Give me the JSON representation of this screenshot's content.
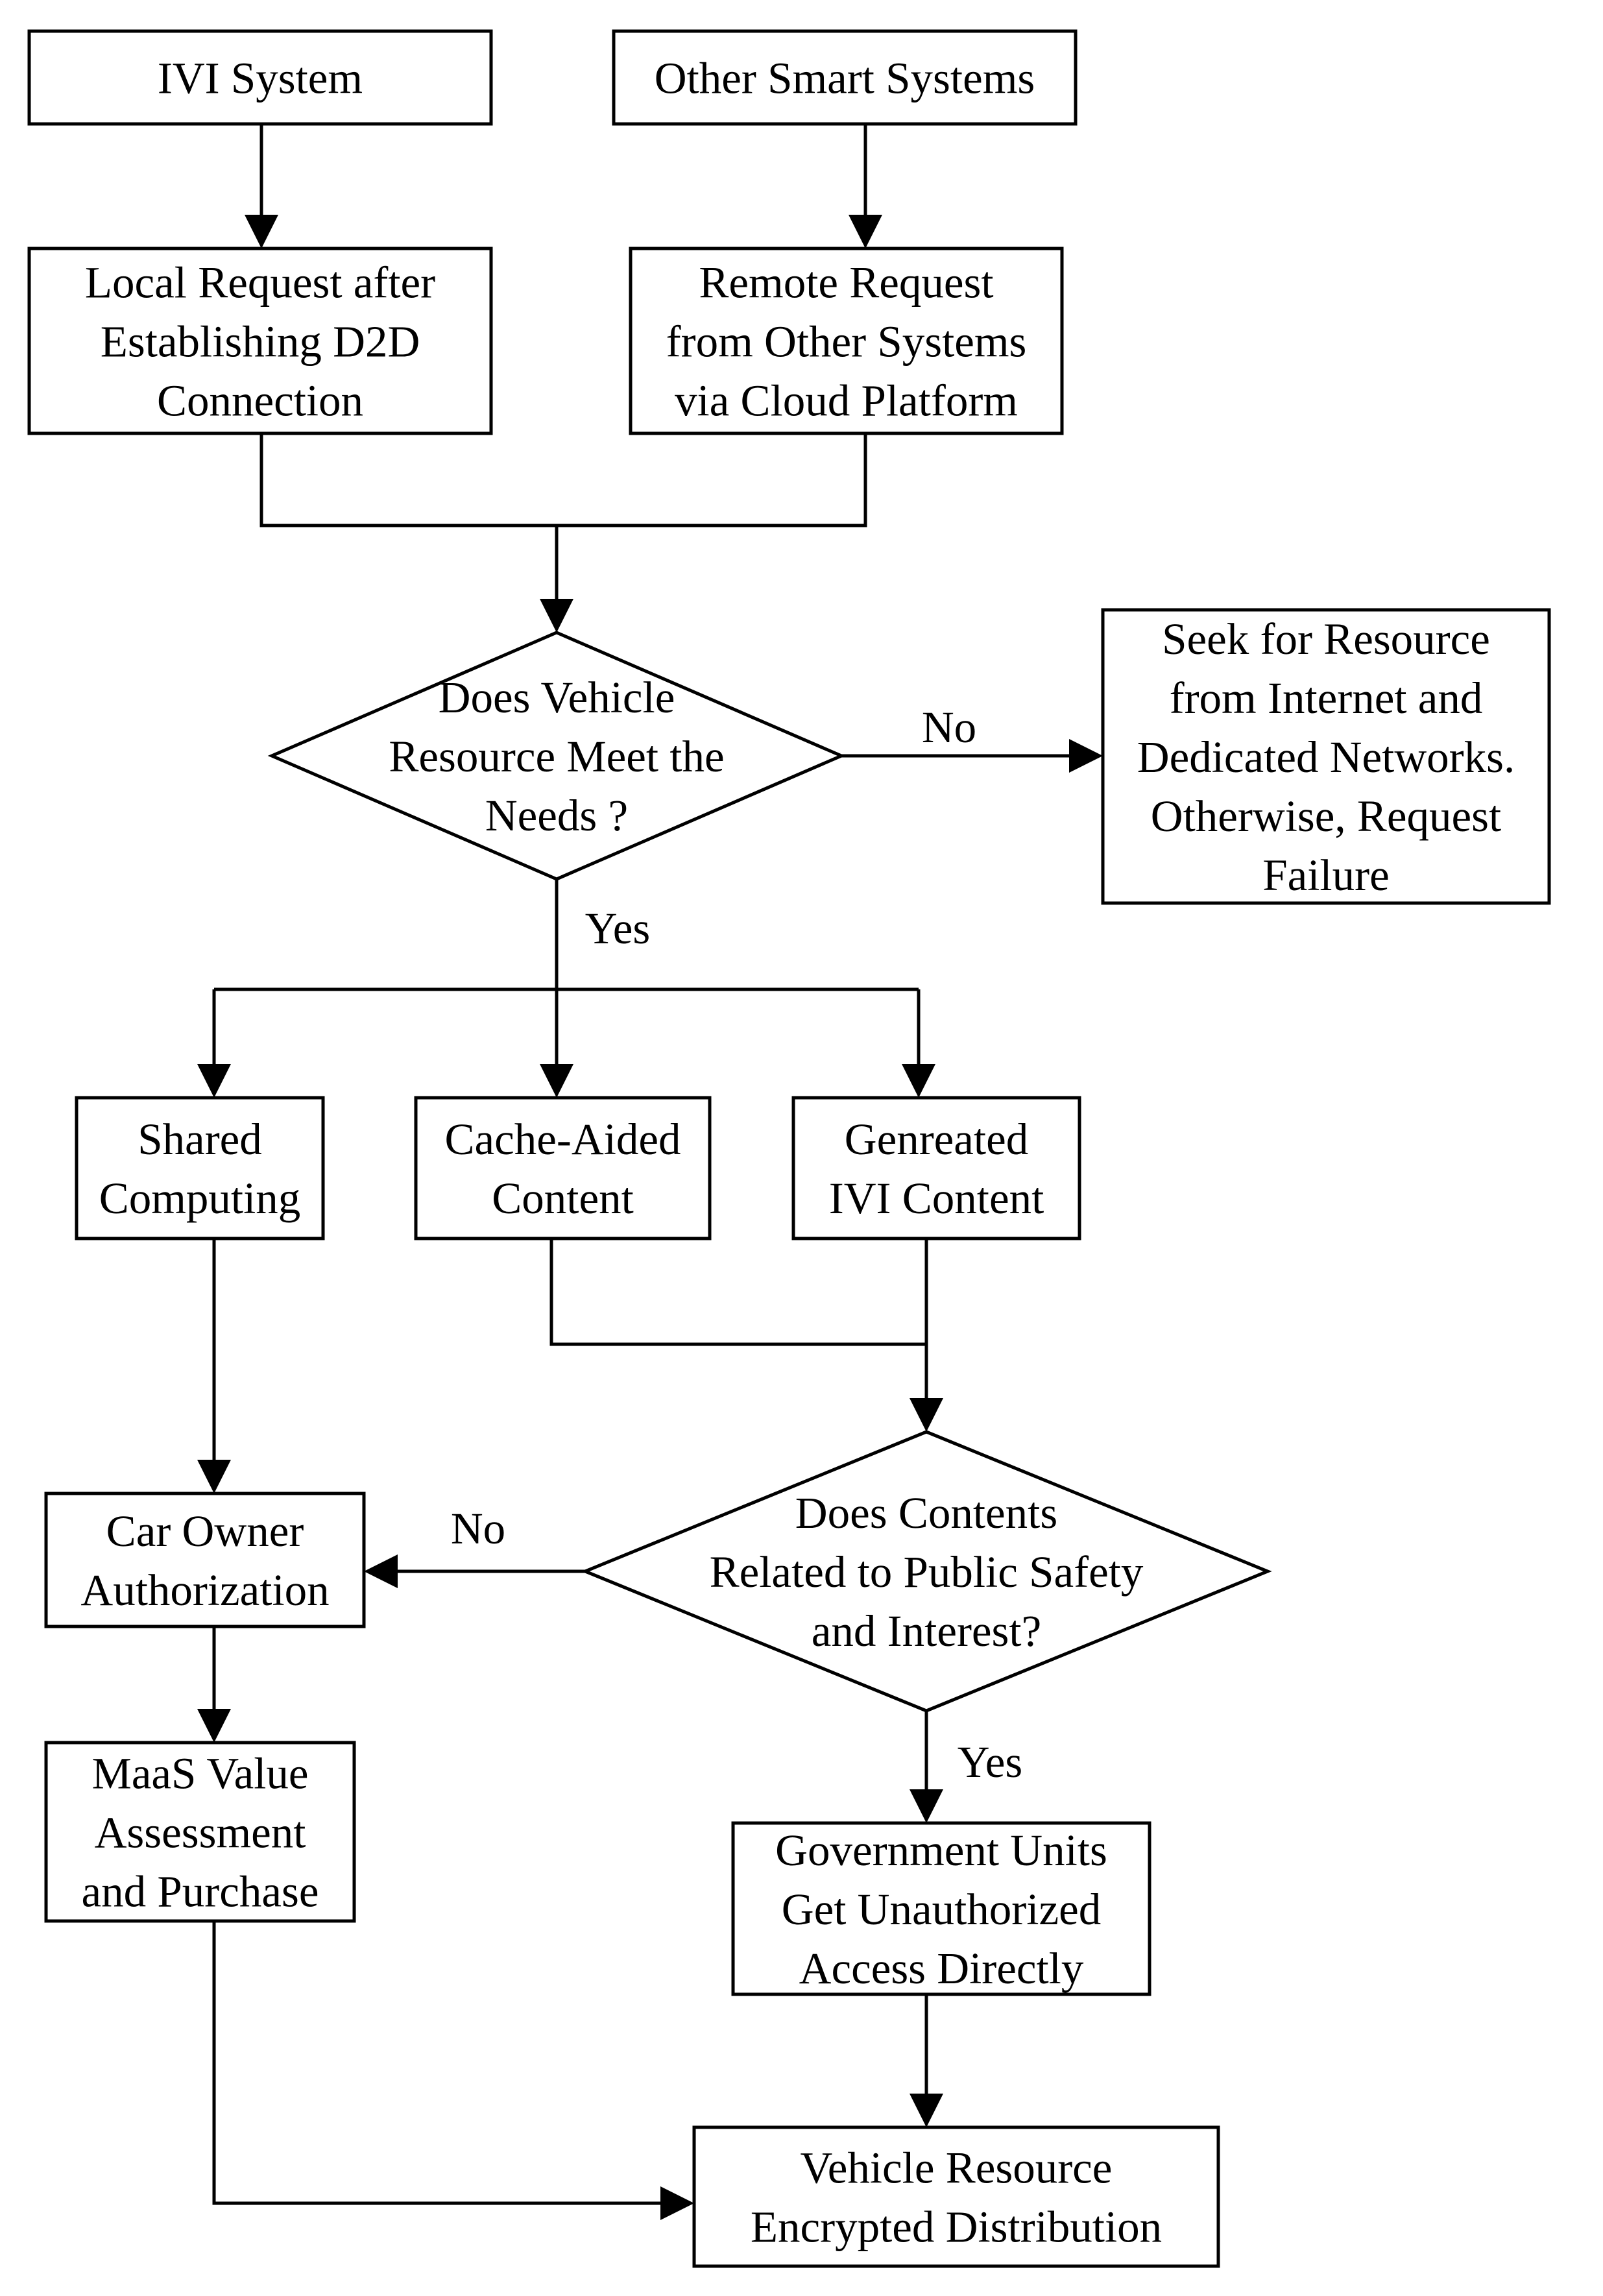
{
  "nodes": {
    "ivi_system": [
      "IVI System"
    ],
    "other_smart_systems": [
      "Other Smart Systems"
    ],
    "local_request": [
      "Local Request after",
      "Establishing D2D",
      "Connection"
    ],
    "remote_request": [
      "Remote Request",
      "from Other Systems",
      "via Cloud Platform"
    ],
    "decision_resource": [
      "Does Vehicle",
      "Resource Meet the",
      "Needs ?"
    ],
    "seek_resource": [
      "Seek for Resource",
      "from Internet and",
      "Dedicated Networks.",
      "Otherwise, Request",
      "Failure"
    ],
    "shared_computing": [
      "Shared",
      "Computing"
    ],
    "cache_aided": [
      "Cache-Aided",
      "Content"
    ],
    "generated_ivi": [
      "Genreated",
      "IVI Content"
    ],
    "car_owner": [
      "Car Owner",
      "Authorization"
    ],
    "decision_safety": [
      "Does Contents",
      "Related to Public Safety",
      "and Interest?"
    ],
    "maas_value": [
      "MaaS Value",
      "Assessment",
      "and Purchase"
    ],
    "government_units": [
      "Government Units",
      "Get Unauthorized",
      "Access Directly"
    ],
    "encrypted_distribution": [
      "Vehicle Resource",
      "Encrypted Distribution"
    ]
  },
  "edge_labels": {
    "resource_no": "No",
    "resource_yes": "Yes",
    "safety_no": "No",
    "safety_yes": "Yes"
  }
}
